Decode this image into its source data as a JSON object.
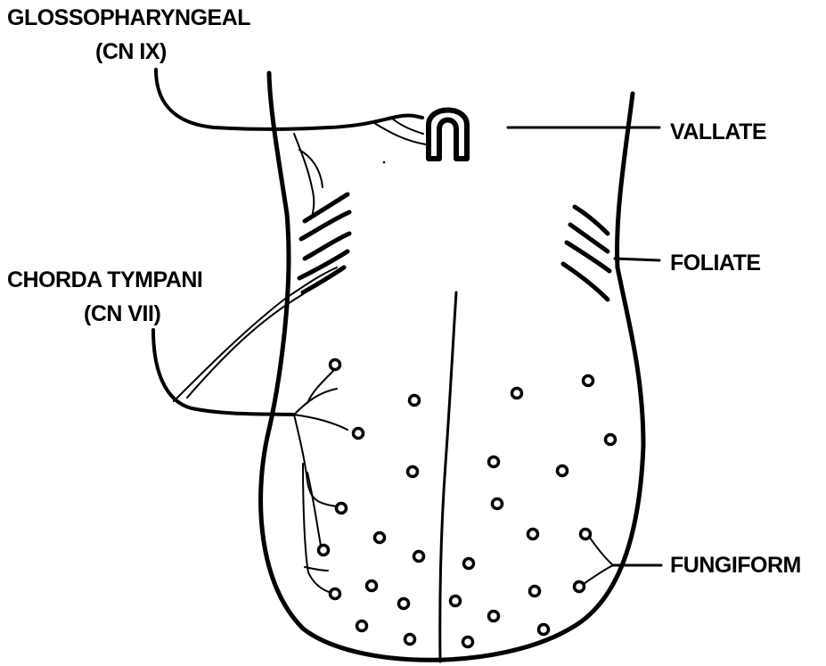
{
  "labels": {
    "glossopharyngeal": "GLOSSOPHARYNGEAL",
    "glossopharyngeal_cn": "(CN IX)",
    "chorda_tympani": "CHORDA  TYMPANI",
    "chorda_tympani_cn": "(CN VII)",
    "vallate": "VALLATE",
    "foliate": "FOLIATE",
    "fungiform": "FUNGIFORM"
  },
  "colors": {
    "ink": "#000000",
    "background": "#ffffff"
  }
}
